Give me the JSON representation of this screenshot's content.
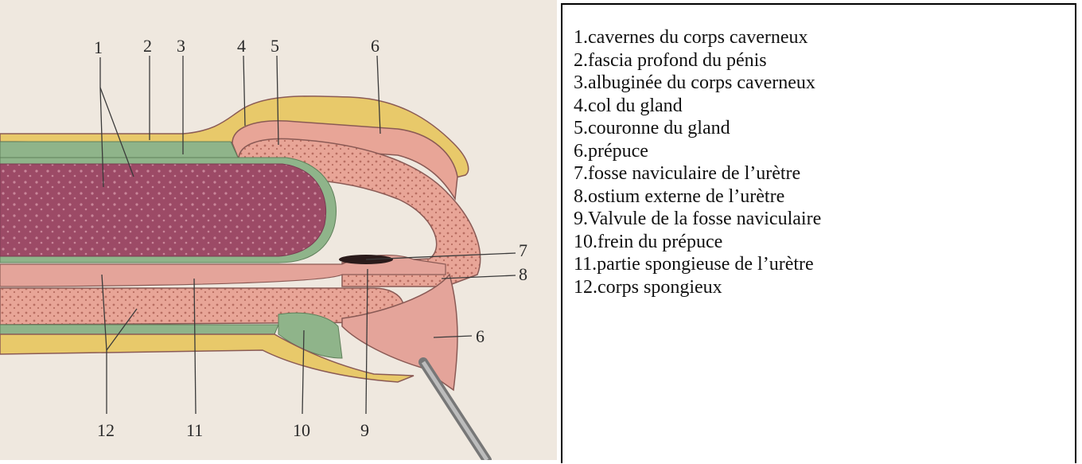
{
  "figure": {
    "callouts": {
      "n1": "1",
      "n2": "2",
      "n3": "3",
      "n4": "4",
      "n5": "5",
      "n6_top": "6",
      "n7": "7",
      "n8": "8",
      "n6_bottom": "6",
      "n12": "12",
      "n11": "11",
      "n10": "10",
      "n9": "9"
    },
    "colors": {
      "background": "#efe8df",
      "skin": "#e8c96a",
      "fascia": "#8fb48a",
      "albuginea": "#d9c7a6",
      "cavernous": "#9c4a66",
      "glans": "#e4a49a",
      "spongy": "#e8a597",
      "outline": "#8a5a55"
    }
  },
  "legend": {
    "items": [
      "1.cavernes du corps caverneux",
      "2.fascia profond du pénis",
      "3.albuginée du corps caverneux",
      "4.col du gland",
      "5.couronne du gland",
      "6.prépuce",
      "7.fosse naviculaire de l’urètre",
      "8.ostium externe de l’urètre",
      "9.Valvule de la fosse naviculaire",
      "10.frein du prépuce",
      "11.partie spongieuse de l’urètre",
      "12.corps spongieux"
    ]
  }
}
